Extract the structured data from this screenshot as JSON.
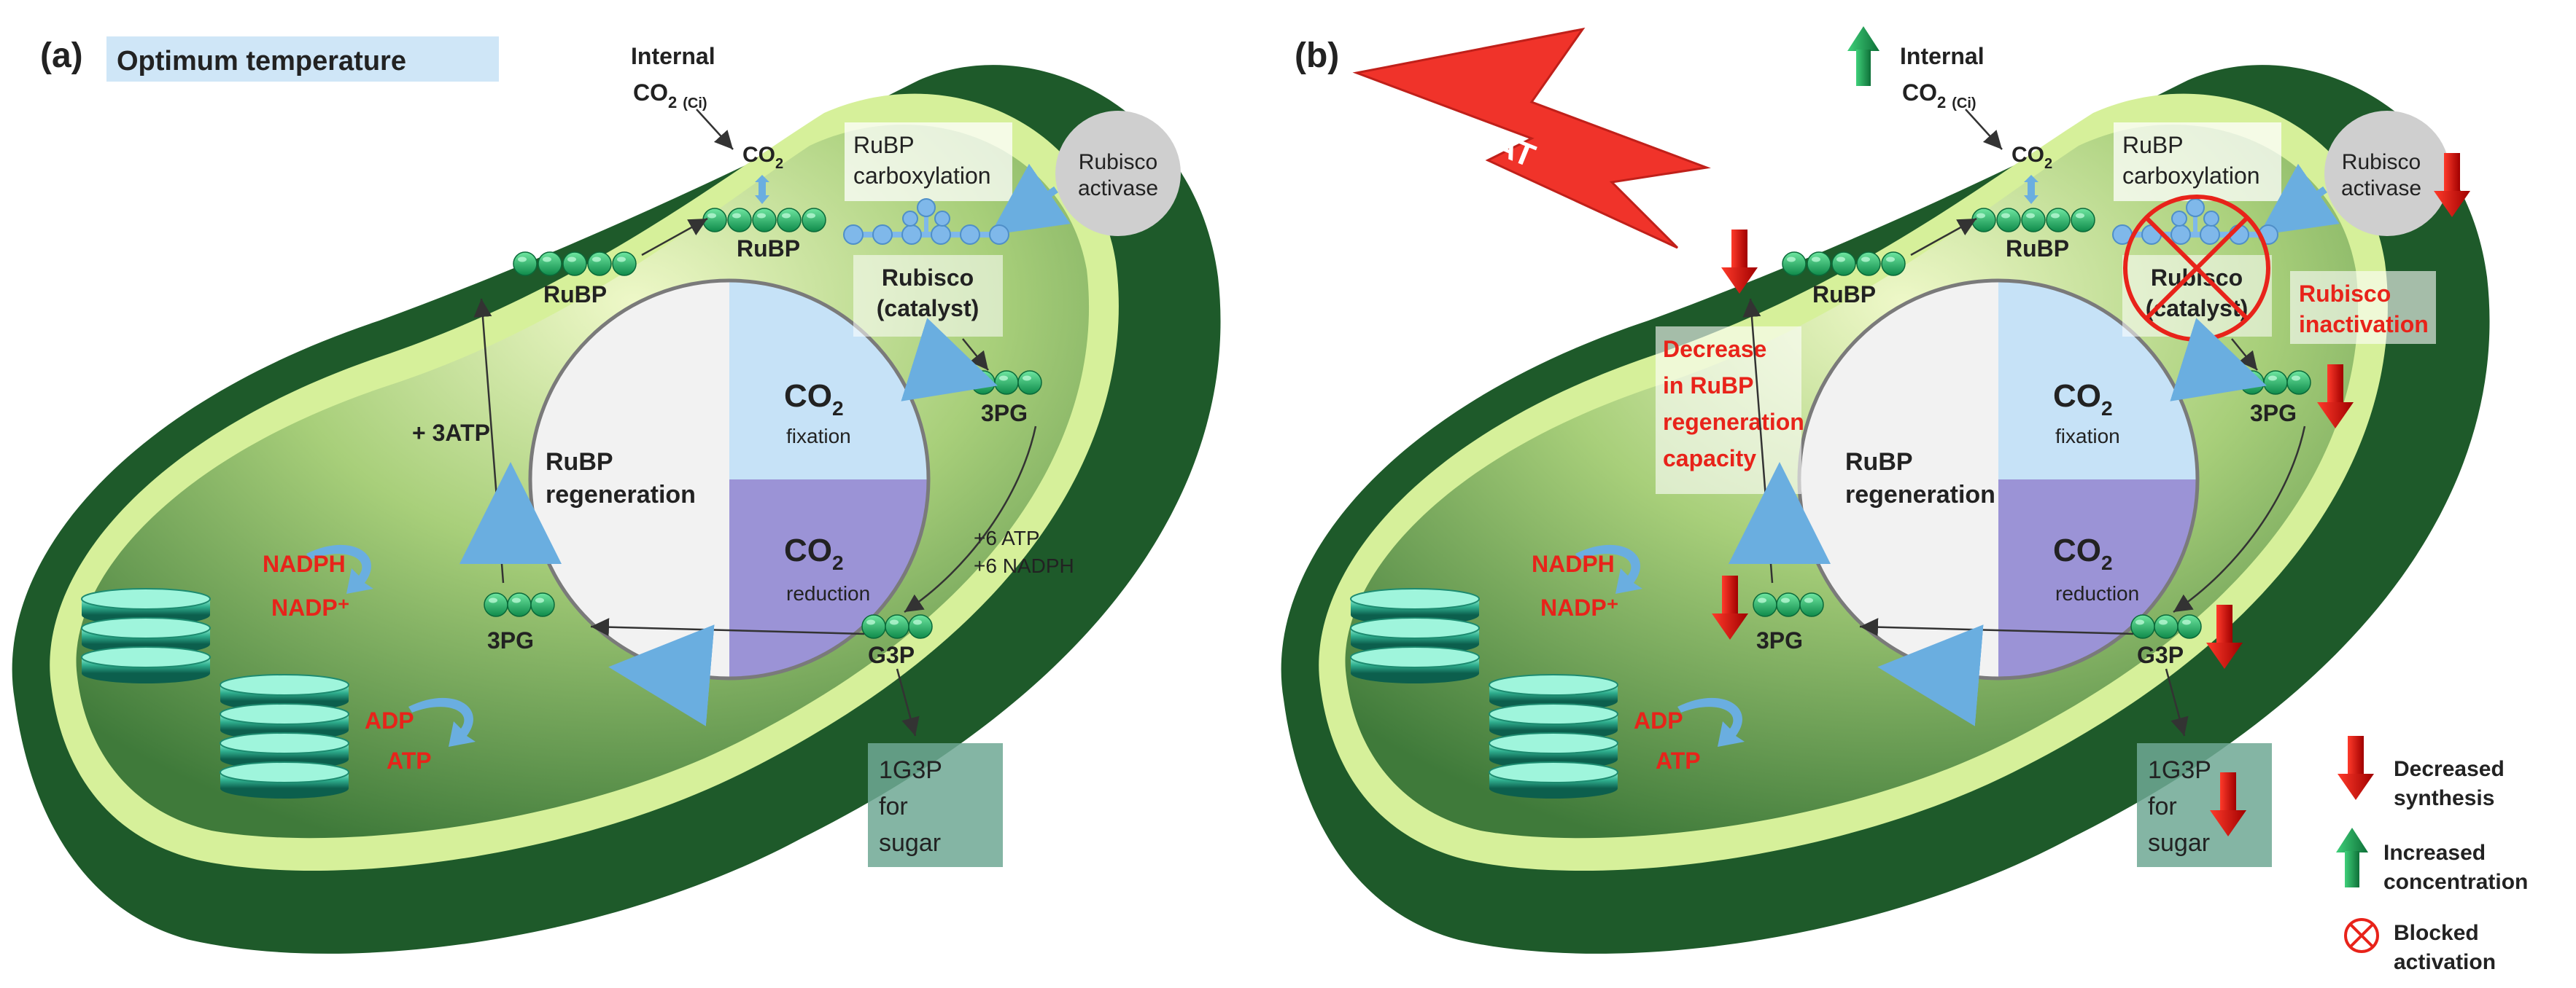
{
  "panel_a": {
    "tag": "(a)",
    "condition": "Optimum temperature",
    "internal": "Internal",
    "co2_ci_main": "CO",
    "co2_ci_sub": "2",
    "co2_ci_ci": "(Ci)",
    "co2_top": "CO",
    "co2_top_sub": "2",
    "rubp_carbox_1": "RuBP",
    "rubp_carbox_2": "carboxylation",
    "rubisco_activase_1": "Rubisco",
    "rubisco_activase_2": "activase",
    "rubp_top": "RuBP",
    "rubp_left": "RuBP",
    "rubisco_1": "Rubisco",
    "rubisco_2": "(catalyst)",
    "pg_right": "3PG",
    "pg_left": "3PG",
    "g3p": "G3P",
    "plus_3atp": "+ 3ATP",
    "plus_6atp": "+6 ATP",
    "plus_6nadph": "+6 NADPH",
    "fixation_main": "CO",
    "fixation_sub": "2",
    "fixation": "fixation",
    "reduction_main": "CO",
    "reduction_sub": "2",
    "reduction": "reduction",
    "regen_1": "RuBP",
    "regen_2": "regeneration",
    "nadph": "NADPH",
    "nadp": "NADP⁺",
    "adp": "ADP",
    "atp": "ATP",
    "sugar_1": "1G3P",
    "sugar_2": "for",
    "sugar_3": "sugar"
  },
  "panel_b": {
    "tag": "(b)",
    "heat": "HEAT",
    "internal": "Internal",
    "co2_ci_main": "CO",
    "co2_ci_sub": "2",
    "co2_ci_ci": "(Ci)",
    "co2_top": "CO",
    "co2_top_sub": "2",
    "rubp_carbox_1": "RuBP",
    "rubp_carbox_2": "carboxylation",
    "rubisco_activase_1": "Rubisco",
    "rubisco_activase_2": "activase",
    "rubp_top": "RuBP",
    "rubp_left": "RuBP",
    "rubisco_1": "Rubisco",
    "rubisco_2": "(catalyst)",
    "inactivation_1": "Rubisco",
    "inactivation_2": "inactivation",
    "decrease_1": "Decrease",
    "decrease_2": "in RuBP",
    "decrease_3": "regeneration",
    "decrease_4": "capacity",
    "pg_right": "3PG",
    "pg_left": "3PG",
    "g3p": "G3P",
    "fixation_main": "CO",
    "fixation_sub": "2",
    "fixation": "fixation",
    "reduction_main": "CO",
    "reduction_sub": "2",
    "reduction": "reduction",
    "regen_1": "RuBP",
    "regen_2": "regeneration",
    "nadph": "NADPH",
    "nadp": "NADP⁺",
    "adp": "ADP",
    "atp": "ATP",
    "sugar_1": "1G3P",
    "sugar_2": "for",
    "sugar_3": "sugar"
  },
  "legend": {
    "decreased_1": "Decreased",
    "decreased_2": "synthesis",
    "increased_1": "Increased",
    "increased_2": "concentration",
    "blocked_1": "Blocked",
    "blocked_2": "activation"
  },
  "colors": {
    "dark_green": "#1e5a2a",
    "light_green": "#d8f0a8",
    "decrease_red": "#c00000",
    "increase_green": "#1f8f4a",
    "fixation_blue": "#c6e2f7",
    "reduction_purple": "#9b93d6",
    "text_red": "#e8231a",
    "arrow_blue": "#6aaee0"
  }
}
